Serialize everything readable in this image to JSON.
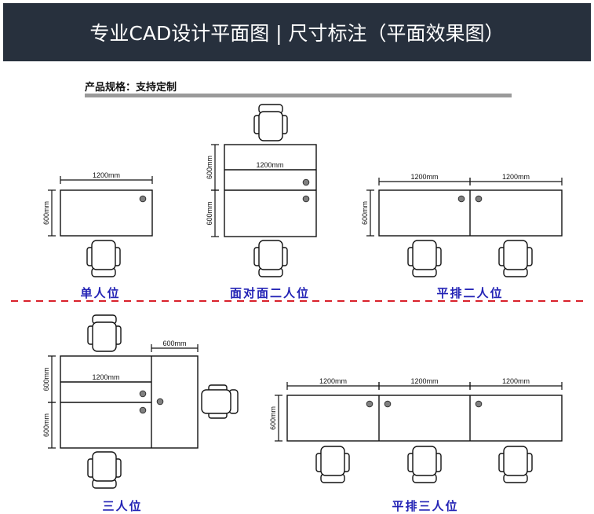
{
  "header": {
    "title": "专业CAD设计平面图 | 尺寸标注（平面效果图）"
  },
  "spec": {
    "title": "产品规格：支持定制"
  },
  "colors": {
    "header_bg": "#27303d",
    "label": "#2323b5",
    "divider": "#d9212b",
    "knob": "#808080",
    "line": "#111111"
  },
  "layouts": [
    {
      "id": "single",
      "label": "单人位",
      "width_dims": [
        "1200mm"
      ],
      "depth_dims": [
        "600mm"
      ],
      "seats": 1
    },
    {
      "id": "face-to-face",
      "label": "面对面二人位",
      "width_dims": [
        "1200mm"
      ],
      "depth_dims": [
        "600mm",
        "600mm"
      ],
      "seats": 2
    },
    {
      "id": "side-by-side-2",
      "label": "平排二人位",
      "width_dims": [
        "1200mm",
        "1200mm"
      ],
      "depth_dims": [
        "600mm"
      ],
      "seats": 2
    },
    {
      "id": "three",
      "label": "三人位",
      "width_dims": [
        "1200mm",
        "600mm"
      ],
      "depth_dims": [
        "600mm",
        "600mm"
      ],
      "seats": 3
    },
    {
      "id": "side-by-side-3",
      "label": "平排三人位",
      "width_dims": [
        "1200mm",
        "1200mm",
        "1200mm"
      ],
      "depth_dims": [
        "600mm"
      ],
      "seats": 3
    }
  ]
}
